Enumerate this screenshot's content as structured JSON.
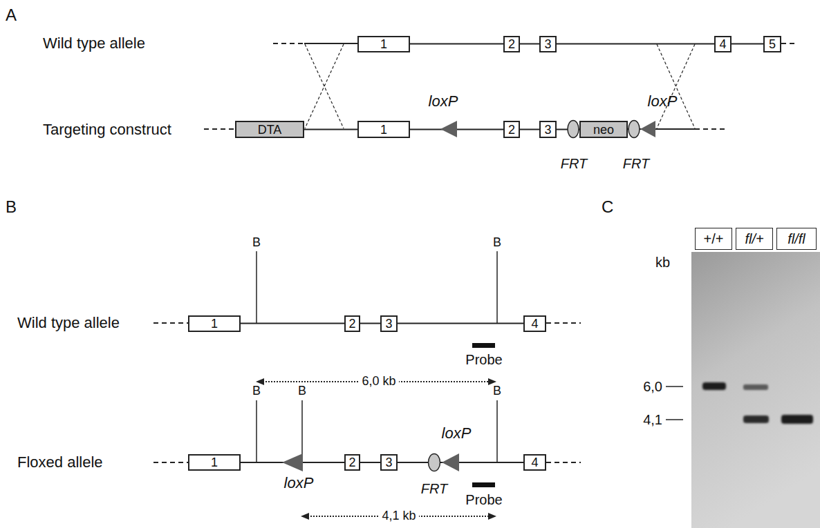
{
  "diagram": {
    "nodes": [
      {
        "text": [
          "1"
        ]
      },
      {
        "text": [
          "2"
        ]
      },
      {
        "text": [
          "3"
        ]
      },
      {
        "text": [
          "4"
        ]
      },
      {
        "text": [
          "5"
        ]
      },
      {
        "text": [
          "DTA"
        ]
      },
      {
        "text": [
          "1"
        ]
      },
      {
        "text": [
          "2"
        ]
      },
      {
        "text": [
          "3"
        ]
      },
      {
        "text": [
          "neo"
        ]
      },
      {
        "text": [
          "1"
        ]
      },
      {
        "text": [
          "2"
        ]
      },
      {
        "text": [
          "3"
        ]
      },
      {
        "text": [
          "4"
        ]
      },
      {
        "text": [
          "1"
        ]
      },
      {
        "text": [
          "2"
        ]
      },
      {
        "text": [
          "3"
        ]
      },
      {
        "text": [
          "4"
        ]
      },
      {
        "text": [
          "+/+"
        ]
      },
      {
        "text": [
          "fl/+"
        ]
      },
      {
        "text": [
          "fl/fl"
        ]
      }
    ],
    "edges": [
      {
        "from": 0,
        "to": 1,
        "arrow": "none"
      },
      {
        "from": 1,
        "to": 2,
        "arrow": "none"
      },
      {
        "from": 2,
        "to": 3,
        "arrow": "none"
      },
      {
        "from": 3,
        "to": 4,
        "arrow": "none"
      },
      {
        "from": 5,
        "to": 6,
        "arrow": "none"
      },
      {
        "from": 6,
        "to": 7,
        "arrow": "none"
      },
      {
        "from": 7,
        "to": 8,
        "arrow": "none"
      },
      {
        "from": 8,
        "to": 9,
        "arrow": "none"
      },
      {
        "from": 10,
        "to": 11,
        "arrow": "none"
      },
      {
        "from": 11,
        "to": 12,
        "arrow": "none"
      },
      {
        "from": 12,
        "to": 13,
        "arrow": "none"
      },
      {
        "from": 14,
        "to": 15,
        "arrow": "none"
      },
      {
        "from": 15,
        "to": 16,
        "arrow": "none"
      },
      {
        "from": 16,
        "to": 17,
        "arrow": "none"
      }
    ],
    "labels": [
      "A",
      "Wild type allele",
      "Targeting construct",
      "loxP",
      "loxP",
      "FRT",
      "FRT",
      "B",
      "B",
      "B",
      "Wild type allele",
      "Probe",
      "6,0 kb",
      "B",
      "B",
      "B",
      "Floxed allele",
      "loxP",
      "loxP",
      "FRT",
      "Probe",
      "4,1 kb",
      "C",
      "kb",
      "6,0",
      "4,1"
    ]
  }
}
